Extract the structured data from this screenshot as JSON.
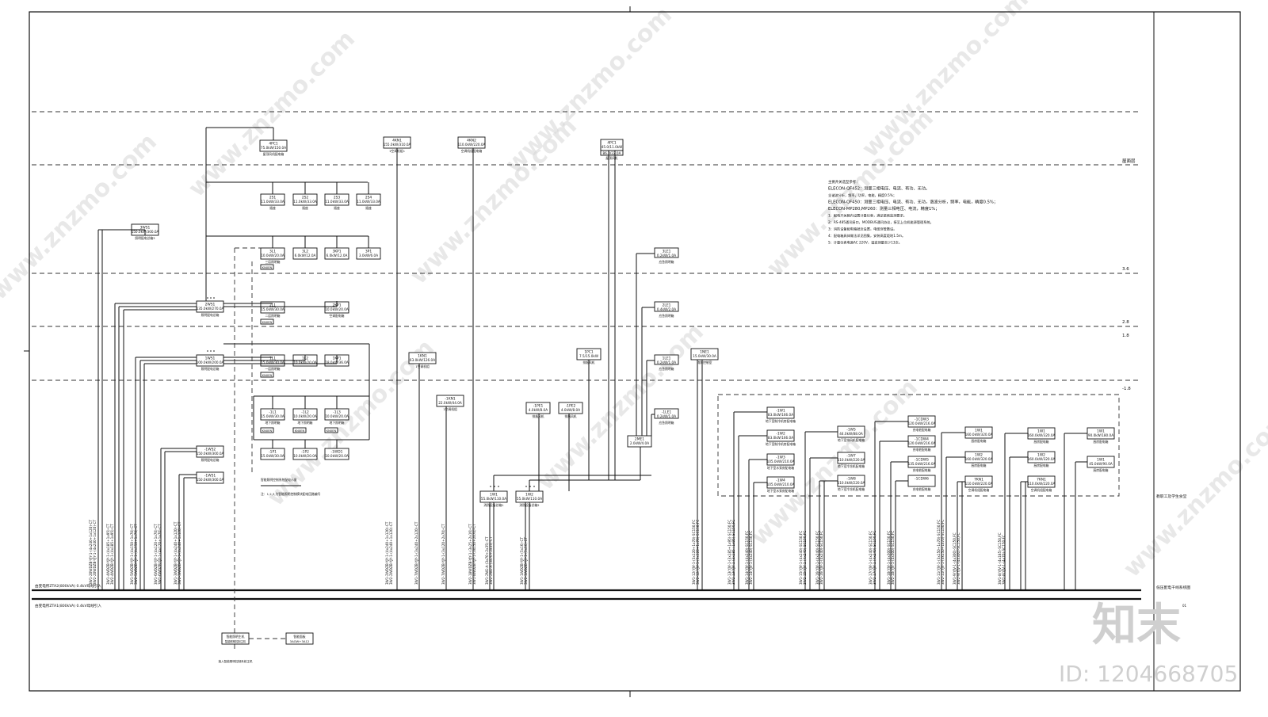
{
  "floors": [
    {
      "id": "roof",
      "label": "屋面层"
    },
    {
      "id": "f3",
      "label": "3.6"
    },
    {
      "id": "f2",
      "label": "2.8"
    },
    {
      "id": "f1",
      "label": "1.8"
    },
    {
      "id": "b1",
      "label": "-1.8"
    }
  ],
  "incoming": [
    {
      "label": "由变电所ZTA2(800kVA) 0.4kV母线引入"
    },
    {
      "label": "由变电所ZTA1(800kVA) 0.4kV母线引入"
    }
  ],
  "notes": {
    "lines": [
      "主要开关选型参考：",
      "ELECON-QF452：测量三相电压、电流、有功、无功。",
      "全谐波分析，频率，功率，电能，精度0.5%；",
      "ELECON-QF450：测量三相电压、电流、有功、无功，谐波分析，频率，电能，精度0.5%；",
      "ELECON-MP280,MP260：测量三相电压、电流，精度1%；",
      "1：配电开关箱内设置计量仪表，满足能耗监测要求。",
      "2：RS-485通讯接口，MODBUS通讯协议，接至上位机能源管理系统。",
      "3：消防设备配电箱就近设置，电缆穿管敷设。",
      "4：配电箱具体做法详见图集，安装高度距地1.5m。",
      "5：计量仪表电源AC 220V，谐波测量至少13次。"
    ]
  },
  "boxes": [
    {
      "id": "4PC1",
      "name": "4PC1",
      "rating": "75.0kW/150.0A",
      "desc": "屋顶风机配电箱"
    },
    {
      "id": "4KN1",
      "name": "4KN1",
      "rating": "155.0kW/310.0A",
      "desc": "1空调机组1"
    },
    {
      "id": "4KN2",
      "name": "4KN2",
      "rating": "110.0kW/220.0A",
      "desc": "空调机组配电箱"
    },
    {
      "id": "4PC1b",
      "name": "4PC1",
      "rating": "45.0/11.0kW",
      "rating2": "86.0/22.0A",
      "desc": "屋顶风机"
    },
    {
      "id": "3WS1",
      "name": "3WS1",
      "rating": "150.0kW/300.0A",
      "desc": "照明配电总箱3"
    },
    {
      "id": "2S1",
      "name": "2S1",
      "rating": "11.0kW/33.0A",
      "desc": "插座"
    },
    {
      "id": "2S2",
      "name": "2S2",
      "rating": "11.0kW/33.0A",
      "desc": "插座"
    },
    {
      "id": "2S3",
      "name": "2S3",
      "rating": "11.0kW/33.0A",
      "desc": "插座"
    },
    {
      "id": "2S4",
      "name": "2S4",
      "rating": "11.0kW/33.0A",
      "desc": "插座"
    },
    {
      "id": "3L1",
      "name": "3L1",
      "rating": "10.0kW/20.0A",
      "desc": "三层照明箱"
    },
    {
      "id": "3L2",
      "name": "3L2",
      "rating": "6.0kW/12.0A",
      "desc": ""
    },
    {
      "id": "3KP1",
      "name": "3KP1",
      "rating": "6.0kW/12.0A",
      "desc": ""
    },
    {
      "id": "3P1",
      "name": "3P1",
      "rating": "3.0kW/6.0A",
      "desc": ""
    },
    {
      "id": "3LE1",
      "name": "3LE1",
      "rating": "0.2kW/1.0A",
      "desc": "应急照明箱"
    },
    {
      "id": "2WS1",
      "name": "2WS1",
      "rating": "135.0kW/270.0A",
      "desc": "照明配电总箱"
    },
    {
      "id": "2L1",
      "name": "2L1",
      "rating": "15.0kW/30.0A",
      "desc": "二层照明箱"
    },
    {
      "id": "2KP1",
      "name": "2KP1",
      "rating": "10.0kW/20.0A",
      "desc": "空调配电箱"
    },
    {
      "id": "2LE1",
      "name": "2LE1",
      "rating": "0.4kW/2.0A",
      "desc": "应急照明箱"
    },
    {
      "id": "1WS1",
      "name": "1WS1",
      "rating": "100.0kW/200.0A",
      "desc": "照明配电总箱"
    },
    {
      "id": "1L1",
      "name": "1L1",
      "rating": "15.0kW/30.0A",
      "desc": "一层照明箱"
    },
    {
      "id": "1L2",
      "name": "1L2",
      "rating": "10.0kW/20.0A",
      "desc": ""
    },
    {
      "id": "1KP1",
      "name": "1KP1",
      "rating": "18.0kW/36.0A",
      "desc": ""
    },
    {
      "id": "1KN1",
      "name": "1KN1",
      "rating": "63.0kW/126.0A",
      "desc": "1空调机组"
    },
    {
      "id": "1PC1",
      "name": "1PC1",
      "rating": "7.5/15.0kW",
      "desc": "排烟风机"
    },
    {
      "id": "1LE1",
      "name": "1LE1",
      "rating": "0.2kW/1.0A",
      "desc": "应急照明箱"
    },
    {
      "id": "1NE1",
      "name": "1NE1",
      "rating": "15.0kW/30.0A",
      "desc": "消防控制室"
    },
    {
      "id": "-1KN1",
      "name": "-1KN1",
      "rating": "22.0kW/44.0A",
      "desc": "1空调机组"
    },
    {
      "id": "-1L1",
      "name": "-1L1",
      "rating": "15.0kW/30.0A",
      "desc": "地下照明箱"
    },
    {
      "id": "-1L2",
      "name": "-1L2",
      "rating": "10.0kW/20.0A",
      "desc": "地下照明箱"
    },
    {
      "id": "-1L3",
      "name": "-1L3",
      "rating": "10.0kW/20.0A",
      "desc": "地下照明箱"
    },
    {
      "id": "-1P1",
      "name": "-1P1",
      "rating": "15.0kW/30.0A",
      "desc": ""
    },
    {
      "id": "-1P2",
      "name": "-1P2",
      "rating": "10.0kW/20.0A",
      "desc": ""
    },
    {
      "id": "-1WD1",
      "name": "-1WD1",
      "rating": "10.0kW/20.0A",
      "desc": ""
    },
    {
      "id": "-1WS2",
      "name": "-1WS2",
      "rating": "150.0kW/300.0A",
      "desc": "照明配电总箱"
    },
    {
      "id": "-1WS1",
      "name": "-1WS1",
      "rating": "150.0kW/300.0A",
      "desc": ""
    },
    {
      "id": "-1PE1",
      "name": "-1PE1",
      "rating": "4.0kW/8.0A",
      "desc": "排烟风机"
    },
    {
      "id": "-1PE2",
      "name": "-1PE2",
      "rating": "4.0kW/8.0A",
      "desc": "排烟风机"
    },
    {
      "id": "-1LE1",
      "name": "-1LE1",
      "rating": "0.2kW/1.0A",
      "desc": "应急照明箱"
    },
    {
      "id": "2ME1",
      "name": "2ME1",
      "rating": "2.0kW/4.0A",
      "desc": ""
    },
    {
      "id": "1W1",
      "name": "1W1",
      "rating": "55.0kW/110.0A",
      "desc": "消防设备总箱1"
    },
    {
      "id": "1W2",
      "name": "1W2",
      "rating": "55.0kW/110.0A",
      "desc": "消防设备总箱2"
    },
    {
      "id": "-1W1",
      "name": "-1W1",
      "rating": "83.0kW/166.0A",
      "desc": "地下室制冷机房配电箱"
    },
    {
      "id": "-1W2",
      "name": "-1W2",
      "rating": "83.0kW/166.0A",
      "desc": "地下室制冷机房配电箱"
    },
    {
      "id": "-1W3",
      "name": "-1W3",
      "rating": "105.0kW/210.0A",
      "desc": "地下室水泵房配电箱"
    },
    {
      "id": "-1W4",
      "name": "-1W4",
      "rating": "105.0kW/210.0A",
      "desc": "地下室水泵房配电箱"
    },
    {
      "id": "-1W5",
      "name": "-1W5",
      "rating": "44.0kW/88.0A",
      "desc": "地下室排风机配电箱"
    },
    {
      "id": "-1W7",
      "name": "-1W7",
      "rating": "110.0kW/220.0A",
      "desc": "地下室冷冻机配电箱"
    },
    {
      "id": "-1W8",
      "name": "-1W8",
      "rating": "110.0kW/220.0A",
      "desc": "地下室冷冻机配电箱"
    },
    {
      "id": "-1CDW3",
      "name": "-1CDW3",
      "rating": "120.0kW/216.0A",
      "desc": "充电桩配电箱"
    },
    {
      "id": "-1CDW4",
      "name": "-1CDW4",
      "rating": "120.0kW/216.0A",
      "desc": "充电桩配电箱"
    },
    {
      "id": "-1CDW5",
      "name": "-1CDW5",
      "rating": "135.0kW/216.0A",
      "desc": "充电桩配电箱"
    },
    {
      "id": "-1CDW6",
      "name": "-1CDW6",
      "rating": "",
      "desc": "充电桩配电箱"
    },
    {
      "id": "1W1b",
      "name": "1W1",
      "rating": "160.0kW/320.0A",
      "desc": "厨房配电箱"
    },
    {
      "id": "1W2b",
      "name": "1W2",
      "rating": "160.0kW/320.0A",
      "desc": "厨房配电箱"
    },
    {
      "id": "7KN1",
      "name": "7KN1",
      "rating": "110.0kW/220.0A",
      "desc": "空调机组配电箱"
    },
    {
      "id": "1W1c",
      "name": "1W1",
      "rating": "160.0kW/320.0A",
      "desc": "厨房配电箱"
    },
    {
      "id": "1W2c",
      "name": "1W2",
      "rating": "160.0kW/320.0A",
      "desc": "厨房配电箱"
    },
    {
      "id": "7KN1b",
      "name": "7KN1",
      "rating": "110.0kW/220.0A",
      "desc": "空调机组配电箱"
    },
    {
      "id": "1W1d",
      "name": "1W1",
      "rating": "90.0kW/180.0A",
      "desc": "厨房配电箱"
    },
    {
      "id": "1W1e",
      "name": "1W1",
      "rating": "45.0kW/90.0A",
      "desc": "厨房配电箱"
    }
  ],
  "tags": [
    "KNXEN",
    "KNXEN",
    "KNXEN",
    "KNXEN",
    "KNXEN",
    "KNXEN"
  ],
  "small_notes": [
    "智能照明控制系统配电示意",
    "注：1,2,3,为智能照明控制模块配电回路编号"
  ],
  "cables": [
    "3W1-20WDZB-YJY-1-(4x240+1x120)-CT",
    "3W2-20WDZB-YJY-1-(4x240+1x120)-CT",
    "3W1-4WDZB-YJY-1-(4x185+1x95)-CT",
    "3W2-4WDZB-YJY-1-(4x185+1x95)-CT",
    "3W1-5WDZB-YJY-1-(4x150+1x70)-CT",
    "3W2-5WDZB-YJY-1-(4x150+1x70)-CT",
    "3W1-6WDZB-YJY-1-(4x120+1x70)-CT",
    "3W2-6WDZB-YJY-1-(4x120+1x70)-CT",
    "3W1-3WDZB-YJY-1-(4x240+1x120)-CT",
    "3W2-3WDZB-YJY-1-(4x240+1x120)-CT",
    "3W1-2WDZB-YJY-1-(4x240+1x120)-CT",
    "3W2-2WDZB-YJY-1-(4x240+1x120)-CT",
    "3W1-7WDZB-YJY-1-(3x240+2x120)-CT",
    "3W2-7WDZB-YJY-1-(3x120+2x70)-CT",
    "3W2-18WDZB-YJY-1-(3x25+2x16)-CT",
    "3W1-8WDZB-YJY-1-(3x150+2x70)-CT",
    "3W1-2NG-A-(3x70+2x35)-CT",
    "3W2-2NG-A-(3x70+2x35)-CT",
    "3W1-1WDZB-YJY-1-(5x16)-CT",
    "3W2-1WDZB-YJY-1-(5x16)-CT",
    "3W1-12(YJV-1-(3x120+1x70)-SC150,FC",
    "3W2-12(YJV-1-(3x120+1x70)-SC150,FC",
    "3W1-13(YJV-1-(3x185+1x95)-SC150,FC",
    "3W2-13(YJV-1-(3x185+1x95)-SC150,FC",
    "3W1-14(YJV-1-(4x240)-SC150,FC",
    "3W2-14(YJV-1-(4x240)-SC150,FC",
    "3W1-15(YJV-1-(4x240)-SC150,FC",
    "3W2-15(YJV-1-(4x240)-SC150,FC",
    "3W1-16(YJV-1-(4x240)-SC150,FC",
    "3W2-16(YJV-1-(4x240)-SC150,FC",
    "3W1-17(YJV-1-(4x240)-SC150,FC",
    "3W2-17(YJV-1-(4x240)-SC150,FC",
    "3W1-10(YJV-1-(4x300)-SC150,FC",
    "3W2-10(YJV-1-(4x300)-SC150,FC",
    "3W1-11(YJV-1-(3x150+1x70)-SC150,FC",
    "3W2-11(YJV-1-(3x150+1x70)-SC150,FC",
    "3W1-9(YJV-1-(4x300)-SC150,FC",
    "3W2-9(YJV-1-(4x300)-SC150,FC",
    "3W1-8(YJV-1-(4x185)-SC150,FC",
    "3W2-8(YJV-1-(4x70)-SC150,FC"
  ],
  "bottom_boxes": [
    {
      "name": "智能照明主机",
      "sub": "智能照明控制主机"
    },
    {
      "name": "智能面板",
      "rating": "3AGW+3A12"
    }
  ],
  "bottom_note": "接入智能照明控制系统主机",
  "title_block": {
    "project": "教职工及学生食堂",
    "drawing": "低压配电干线系统图",
    "sheet": "01"
  },
  "watermark": {
    "text": "www.znzmo.com",
    "brand": "知末",
    "id": "ID: 1204668705"
  }
}
